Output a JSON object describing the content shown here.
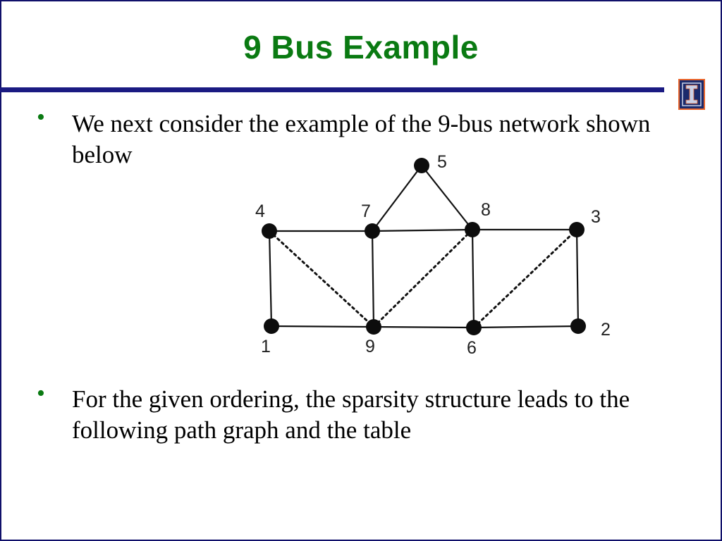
{
  "slide": {
    "title": "9 Bus Example",
    "bullets": [
      "We next consider the example of the 9-bus network shown below",
      "For the given ordering, the sparsity structure leads to the following path graph and the table"
    ],
    "bullet_symbol": "•"
  },
  "logo": {
    "icon": "university-block-i-logo",
    "letter": "I",
    "colors": {
      "fill": "#1a2a6c",
      "accent": "#e8642b"
    }
  },
  "colors": {
    "title": "#0a7a12",
    "rule": "#1a1a82",
    "frame": "#10106a"
  },
  "diagram": {
    "nodes": [
      {
        "id": "5",
        "label": "5"
      },
      {
        "id": "4",
        "label": "4"
      },
      {
        "id": "7",
        "label": "7"
      },
      {
        "id": "8",
        "label": "8"
      },
      {
        "id": "3",
        "label": "3"
      },
      {
        "id": "1",
        "label": "1"
      },
      {
        "id": "9",
        "label": "9"
      },
      {
        "id": "6",
        "label": "6"
      },
      {
        "id": "2",
        "label": "2"
      }
    ],
    "solid_edges": [
      [
        "4",
        "7"
      ],
      [
        "7",
        "8"
      ],
      [
        "8",
        "3"
      ],
      [
        "7",
        "5"
      ],
      [
        "5",
        "8"
      ],
      [
        "4",
        "1"
      ],
      [
        "1",
        "9"
      ],
      [
        "9",
        "6"
      ],
      [
        "6",
        "2"
      ],
      [
        "7",
        "9"
      ],
      [
        "8",
        "6"
      ],
      [
        "3",
        "2"
      ]
    ],
    "dotted_edges": [
      [
        "4",
        "9"
      ],
      [
        "9",
        "8"
      ],
      [
        "6",
        "3"
      ]
    ]
  }
}
